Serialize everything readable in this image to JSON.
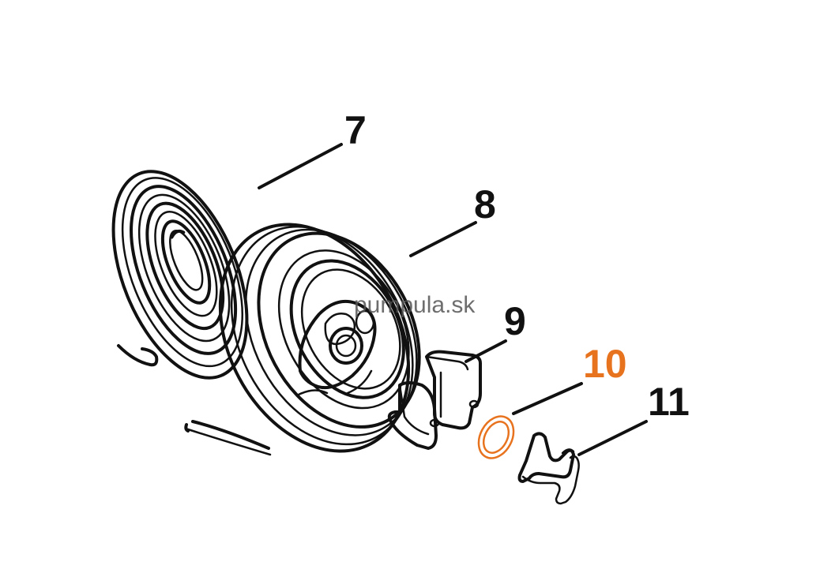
{
  "diagram": {
    "watermark": "pumpula.sk",
    "colors": {
      "ink": "#111111",
      "highlight": "#e8731f",
      "watermark": "#555555"
    },
    "parts": [
      {
        "id": "7",
        "label": "7",
        "name": "spiral-spring",
        "highlighted": false
      },
      {
        "id": "8",
        "label": "8",
        "name": "rope-pulley",
        "highlighted": false
      },
      {
        "id": "9",
        "label": "9",
        "name": "pawls",
        "highlighted": false
      },
      {
        "id": "10",
        "label": "10",
        "name": "ring",
        "highlighted": true
      },
      {
        "id": "11",
        "label": "11",
        "name": "spring-clip",
        "highlighted": false
      }
    ]
  }
}
